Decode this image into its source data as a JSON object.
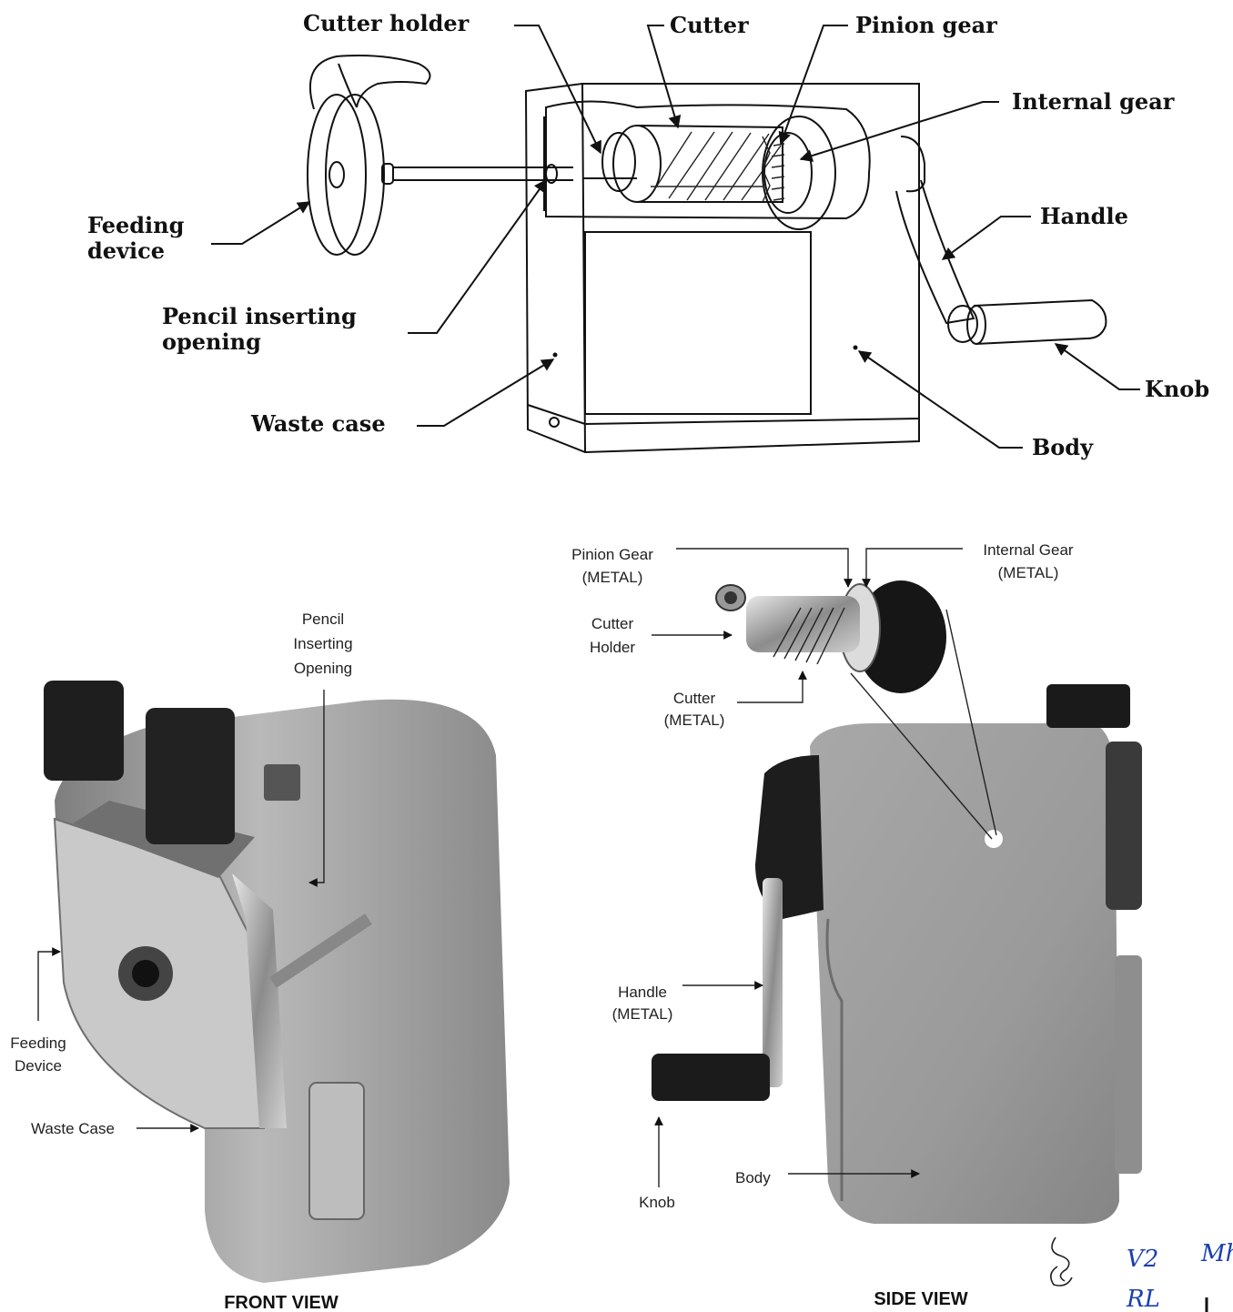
{
  "schematic_labels": {
    "cutter_holder": "Cutter holder",
    "cutter": "Cutter",
    "pinion_gear": "Pinion gear",
    "internal_gear": "Internal gear",
    "handle": "Handle",
    "feeding_device_1": "Feeding",
    "feeding_device_2": "device",
    "pencil_inserting_1": "Pencil inserting",
    "pencil_inserting_2": "opening",
    "knob": "Knob",
    "waste_case": "Waste case",
    "body": "Body"
  },
  "front_view": {
    "caption": "FRONT VIEW",
    "pencil_1": "Pencil",
    "pencil_2": "Inserting",
    "pencil_3": "Opening",
    "feeding_1": "Feeding",
    "feeding_2": "Device",
    "waste_case": "Waste Case"
  },
  "side_view": {
    "caption": "SIDE VIEW",
    "pinion_1": "Pinion Gear",
    "pinion_2": "(METAL)",
    "internal_1": "Internal Gear",
    "internal_2": "(METAL)",
    "cutter_holder_1": "Cutter",
    "cutter_holder_2": "Holder",
    "cutter_1": "Cutter",
    "cutter_2": "(METAL)",
    "handle_1": "Handle",
    "handle_2": "(METAL)",
    "knob": "Knob",
    "body": "Body"
  },
  "handwritten": {
    "mark_1": "V2",
    "mark_2": "Mh",
    "mark_3": "RL"
  },
  "colors": {
    "line": "#111111",
    "photo_body": "#9a9a9a",
    "photo_dark": "#1c1c1c",
    "ink": "#1a3fb0"
  }
}
